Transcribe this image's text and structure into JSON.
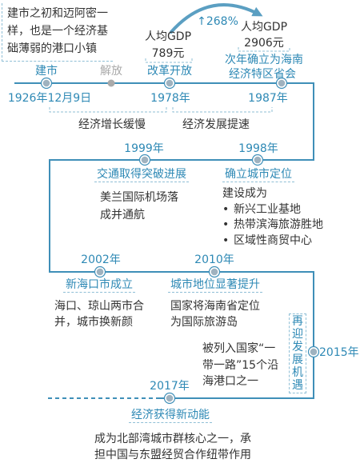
{
  "colors": {
    "line": "#3f8fb8",
    "label": "#2e89b5",
    "text": "#333333",
    "muted": "#aaaaaa",
    "node": "#9fb2bf",
    "bracket": "#8fbfd6"
  },
  "intro": {
    "lines": [
      "建市之初和迈阿密一",
      "样，也是一个经济基",
      "础薄弱的港口小镇"
    ]
  },
  "gdp": {
    "growth": "↑268%",
    "before": {
      "label": "人均GDP",
      "value": "789元"
    },
    "after": {
      "label": "人均GDP",
      "value": "2906元"
    }
  },
  "events": {
    "founding": {
      "label": "建市",
      "date": "1926年12月9日"
    },
    "liberation": {
      "label": "解放"
    },
    "reform": {
      "label": "改革开放",
      "date": "1978年"
    },
    "capital": {
      "label_lines": [
        "次年确立为海南",
        "经济特区省会"
      ],
      "date": "1987年"
    },
    "positioning": {
      "year": "1998年",
      "title": "确立城市定位",
      "intro": "建设成为",
      "bullets": [
        "新兴工业基地",
        "热带滨海旅游胜地",
        "区域性商贸中心"
      ]
    },
    "transport": {
      "year": "1999年",
      "title": "交通取得突破进展",
      "lines": [
        "美兰国际机场落",
        "成并通航"
      ]
    },
    "merger": {
      "year": "2002年",
      "title": "新海口市成立",
      "lines": [
        "海口、琼山两市合",
        "并，城市换新颜"
      ]
    },
    "status": {
      "year": "2010年",
      "title": "城市地位显著提升",
      "lines": [
        "国家将海南省定位",
        "为国际旅游岛"
      ]
    },
    "belt_road": {
      "year": "2015年",
      "title": "再迎发展机遇",
      "lines": [
        "被列入国家“一",
        "带一路”15个沿",
        "海港口之一"
      ]
    },
    "momentum": {
      "year": "2017年",
      "title": "经济获得新动能",
      "lines": [
        "成为北部湾城市群核心之一，承",
        "担中国与东盟经贸合作纽带作用"
      ]
    }
  },
  "phases": [
    "经济增长缓慢",
    "经济发展提速"
  ]
}
